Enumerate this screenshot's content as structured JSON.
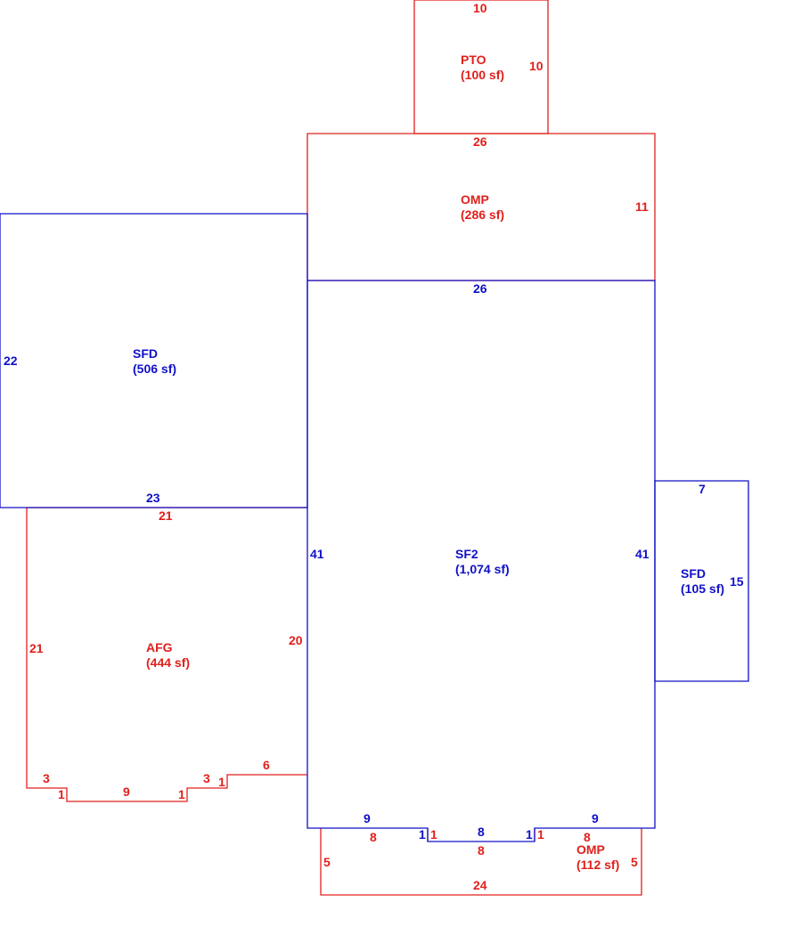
{
  "colors": {
    "red": "#e0201c",
    "blue": "#1010c8",
    "background": "#ffffff"
  },
  "areas": {
    "pto": {
      "code": "PTO",
      "area": "(100 sf)"
    },
    "omp_top": {
      "code": "OMP",
      "area": "(286 sf)"
    },
    "sfd_left": {
      "code": "SFD",
      "area": "(506 sf)"
    },
    "sf2": {
      "code": "SF2",
      "area": "(1,074 sf)"
    },
    "sfd_right": {
      "code": "SFD",
      "area": "(105 sf)"
    },
    "afg": {
      "code": "AFG",
      "area": "(444 sf)"
    },
    "omp_bottom": {
      "code": "OMP",
      "area": "(112 sf)"
    }
  },
  "dimensions": {
    "pto_top": "10",
    "pto_right": "10",
    "omp_top_top": "26",
    "omp_top_right": "11",
    "sf2_top": "26",
    "sfd_left_side": "22",
    "sfd_left_bottom": "23",
    "afg_top": "21",
    "sf2_left": "41",
    "sf2_right": "41",
    "sfd_right_top": "7",
    "sfd_right_side": "15",
    "afg_left": "21",
    "afg_right": "20",
    "afg_seg_3a": "3",
    "afg_seg_1a": "1",
    "afg_seg_9": "9",
    "afg_seg_1b": "1",
    "afg_seg_3b": "3",
    "afg_seg_1c": "1",
    "afg_seg_6": "6",
    "sf2_bottom_left": "9",
    "sf2_bottom_right": "9",
    "sf2_notch_1a": "1",
    "sf2_notch_8": "8",
    "sf2_notch_1b": "1",
    "omp_bottom_8a": "8",
    "omp_bottom_1a": "1",
    "omp_bottom_8b": "8",
    "omp_bottom_1b": "1",
    "omp_bottom_8c": "8",
    "omp_bottom_left": "5",
    "omp_bottom_right": "5",
    "omp_bottom_bottom": "24"
  }
}
